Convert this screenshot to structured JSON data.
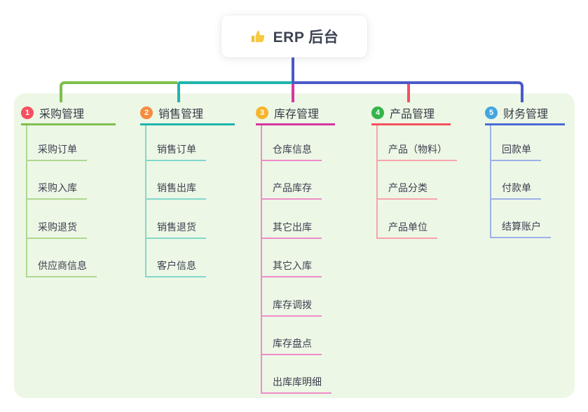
{
  "root": {
    "label": "ERP 后台",
    "icon": "thumbs-up"
  },
  "theme": {
    "canvas_bg": "#ffffff",
    "panel_bg": "#edf7e6",
    "text": "#3c4150",
    "root_connector": "#4a5ac9",
    "bus_left": "#7dbf4c",
    "bus_mid": "#1fb5ad",
    "bus_right": "#4a5ac9",
    "inventory_drop": "#d6369f",
    "product_drop": "#f5505f"
  },
  "branches": [
    {
      "num": "1",
      "label": "采购管理",
      "badge_color": "#f5505f",
      "line_color": "#7dbf4c",
      "child_line_color": "#aed78f",
      "children": [
        "采购订单",
        "采购入库",
        "采购退货",
        "供应商信息"
      ]
    },
    {
      "num": "2",
      "label": "销售管理",
      "badge_color": "#f68c3e",
      "line_color": "#1fb5ad",
      "child_line_color": "#82d8cc",
      "children": [
        "销售订单",
        "销售出库",
        "销售退货",
        "客户信息"
      ]
    },
    {
      "num": "3",
      "label": "库存管理",
      "badge_color": "#f6b52e",
      "line_color": "#d6369f",
      "child_line_color": "#ef8cc9",
      "children": [
        "仓库信息",
        "产品库存",
        "其它出库",
        "其它入库",
        "库存调拨",
        "库存盘点",
        "出库库明细"
      ]
    },
    {
      "num": "4",
      "label": "产品管理",
      "badge_color": "#33b54a",
      "line_color": "#f5505f",
      "child_line_color": "#f7a3ab",
      "children": [
        "产品（物料）",
        "产品分类",
        "产品单位"
      ]
    },
    {
      "num": "5",
      "label": "财务管理",
      "badge_color": "#41a6e0",
      "line_color": "#4a6bd4",
      "child_line_color": "#9db1e6",
      "children": [
        "回款单",
        "付款单",
        "结算账户"
      ]
    }
  ]
}
